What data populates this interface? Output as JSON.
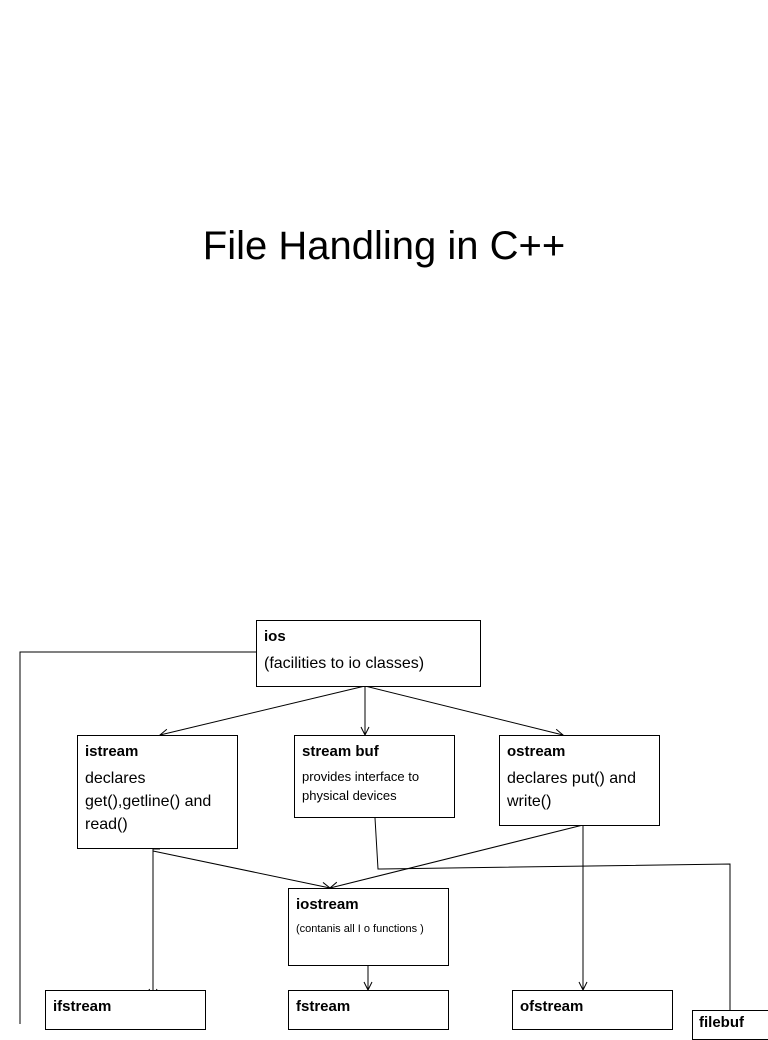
{
  "title": "File Handling in C++",
  "nodes": {
    "ios": {
      "name": "ios",
      "desc": "(facilities to io classes)"
    },
    "istream": {
      "name": "istream",
      "desc": "declares get(),getline() and read()"
    },
    "streambuf": {
      "name": "stream buf",
      "desc": "provides interface to physical devices"
    },
    "ostream": {
      "name": "ostream",
      "desc": "declares put() and write()"
    },
    "iostream": {
      "name": "iostream",
      "desc": "(contanis all I o functions )"
    },
    "ifstream": {
      "name": "ifstream"
    },
    "fstream": {
      "name": "fstream"
    },
    "ofstream": {
      "name": "ofstream"
    },
    "filebuf": {
      "name": "filebuf"
    }
  },
  "edges": [
    {
      "from": "ios",
      "to": "istream"
    },
    {
      "from": "ios",
      "to": "streambuf"
    },
    {
      "from": "ios",
      "to": "ostream"
    },
    {
      "from": "istream",
      "to": "iostream"
    },
    {
      "from": "ostream",
      "to": "iostream"
    },
    {
      "from": "iostream",
      "to": "fstream"
    },
    {
      "from": "istream",
      "to": "ifstream"
    },
    {
      "from": "ostream",
      "to": "ofstream"
    },
    {
      "from": "streambuf",
      "to": "filebuf"
    },
    {
      "from": "ios",
      "to": "ifstream"
    }
  ]
}
